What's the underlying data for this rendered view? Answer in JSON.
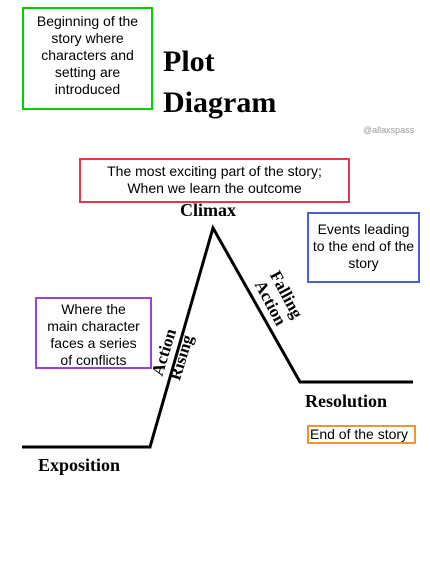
{
  "title": {
    "line1": "Plot",
    "line2": "Diagram"
  },
  "watermark": "@allaxspass",
  "stages": {
    "exposition": "Exposition",
    "rising_action": [
      "Rising",
      "Action"
    ],
    "climax": "Climax",
    "falling_action": [
      "Falling",
      "Action"
    ],
    "resolution": "Resolution"
  },
  "descriptions": {
    "beginning": [
      "Beginning of the",
      "story where",
      "characters and",
      "setting are",
      "introduced"
    ],
    "climax": [
      "The most exciting part of the story;",
      "When we learn the outcome"
    ],
    "falling": [
      "Events leading",
      "to the end of the",
      "story"
    ],
    "rising": [
      "Where the",
      "main character",
      "faces a series",
      "of conflicts"
    ],
    "resolution": [
      "End of the story"
    ]
  },
  "colors": {
    "beginning_border": "#00d100",
    "climax_border": "#e8374a",
    "falling_border": "#4a5fd8",
    "rising_border": "#9b43d6",
    "resolution_border": "#f2952f",
    "plot_line": "#000000"
  }
}
